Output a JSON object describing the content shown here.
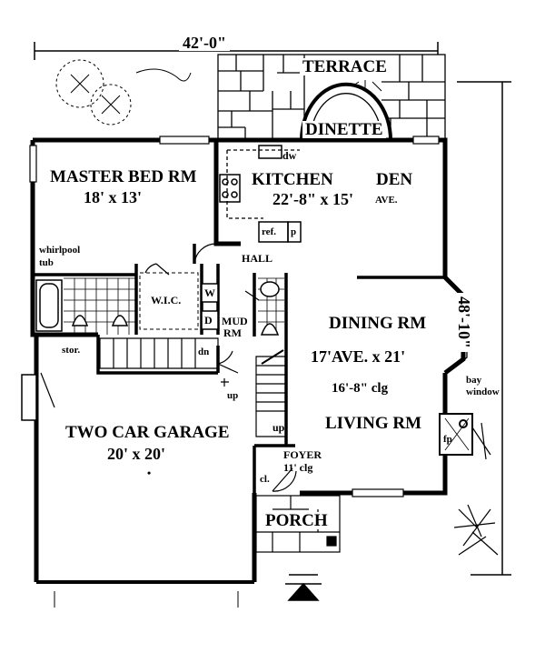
{
  "dimensions": {
    "width_label": "42'-0\"",
    "depth_label": "48'-10\""
  },
  "rooms": {
    "terrace": "TERRACE",
    "dinette": "DINETTE",
    "master_bed": {
      "name": "MASTER BED RM",
      "size": "18' x 13'"
    },
    "kitchen": {
      "name": "KITCHEN",
      "size": "22'-8\" x 15'"
    },
    "den": {
      "name": "DEN",
      "note": "AVE."
    },
    "hall": "HALL",
    "wic": "W.I.C.",
    "mud_rm": {
      "line1": "MUD",
      "line2": "RM"
    },
    "dining": {
      "name": "DINING RM",
      "size": "17'AVE. x 21'",
      "ceiling": "16'-8\" clg"
    },
    "living": "LIVING RM",
    "garage": {
      "name": "TWO CAR GARAGE",
      "size": "20' x 20'"
    },
    "foyer": {
      "name": "FOYER",
      "ceiling": "11' clg"
    },
    "porch": "PORCH"
  },
  "fixtures": {
    "dw": "dw",
    "ref": "ref.",
    "pantry": "p",
    "whirlpool_line1": "whirlpool",
    "whirlpool_line2": "tub",
    "stor": "stor.",
    "washer": "W",
    "dryer": "D",
    "closet": "cl.",
    "fireplace": "fp",
    "bay_line1": "bay",
    "bay_line2": "window",
    "stair_down": "dn",
    "stair_up_garage": "up",
    "stair_up_foyer": "up"
  },
  "colors": {
    "ink": "#000000",
    "paper": "#ffffff"
  }
}
